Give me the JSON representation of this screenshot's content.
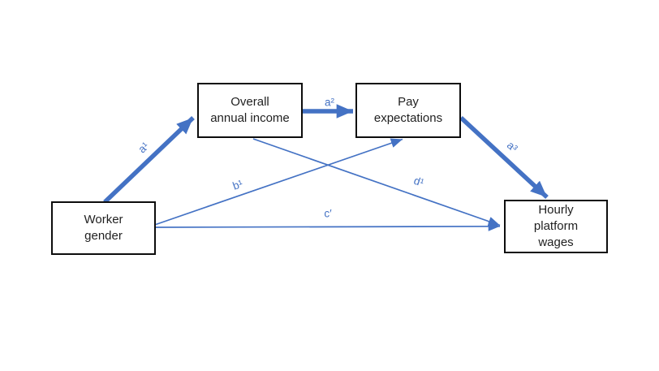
{
  "diagram": {
    "type": "mediation-path-model",
    "colors": {
      "arrow": "#4472c4",
      "box_border": "#0d0d0d",
      "box_fill": "#ffffff",
      "box_text": "#1f1f1f",
      "background": "#ffffff"
    },
    "nodes": [
      {
        "id": "worker_gender",
        "lines": [
          "Worker",
          "gender"
        ]
      },
      {
        "id": "overall_annual_income",
        "lines": [
          "Overall",
          "annual income"
        ]
      },
      {
        "id": "pay_expectations",
        "lines": [
          "Pay",
          "expectations"
        ]
      },
      {
        "id": "hourly_platform_wages",
        "lines": [
          "Hourly",
          "platform",
          "wages"
        ]
      }
    ],
    "edges": [
      {
        "id": "a1",
        "label": "a¹",
        "from": "worker_gender",
        "to": "overall_annual_income",
        "weight": "thick"
      },
      {
        "id": "a2",
        "label": "a²",
        "from": "overall_annual_income",
        "to": "pay_expectations",
        "weight": "thick"
      },
      {
        "id": "a3",
        "label": "a³",
        "from": "pay_expectations",
        "to": "hourly_platform_wages",
        "weight": "thick"
      },
      {
        "id": "b1",
        "label": "b¹",
        "from": "worker_gender",
        "to": "pay_expectations",
        "weight": "thin"
      },
      {
        "id": "d1",
        "label": "d¹",
        "from": "overall_annual_income",
        "to": "hourly_platform_wages",
        "weight": "thin"
      },
      {
        "id": "c",
        "label": "c′",
        "from": "worker_gender",
        "to": "hourly_platform_wages",
        "weight": "thin"
      }
    ]
  }
}
